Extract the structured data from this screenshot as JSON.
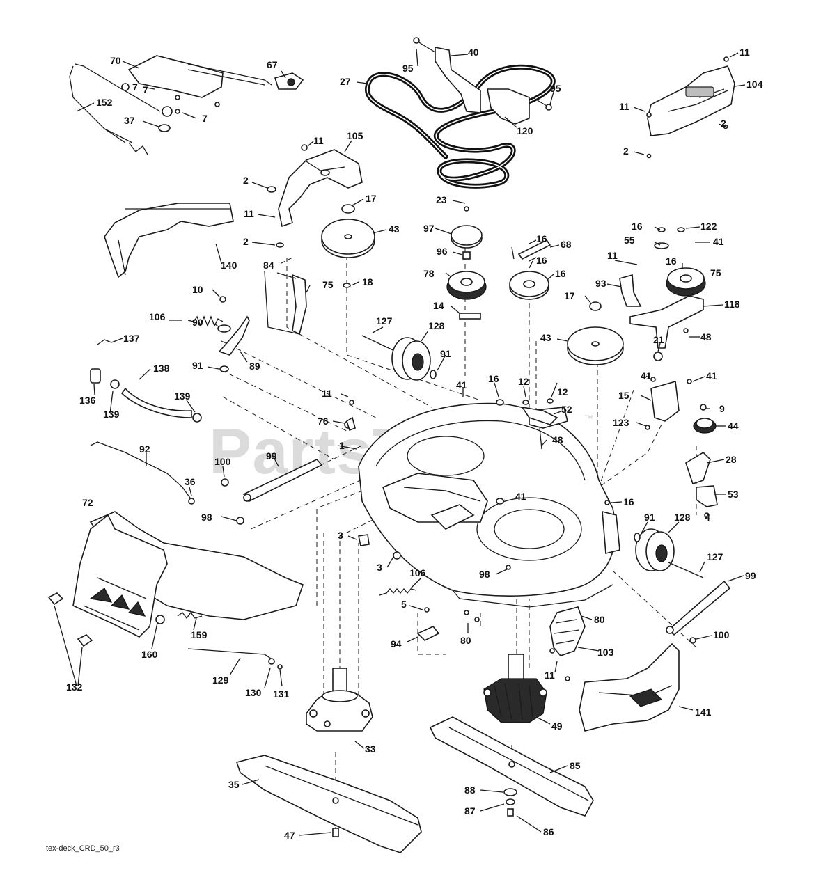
{
  "watermark": {
    "text": "PartsTree",
    "trademark": "™"
  },
  "footer": {
    "diagram_code": "tex-deck_CRD_50_r3"
  },
  "colors": {
    "line": "#1a1a1a",
    "watermark": "#cfcfcf",
    "background": "#ffffff"
  },
  "labels": [
    "70",
    "67",
    "152",
    "7",
    "7",
    "7",
    "37",
    "95",
    "40",
    "27",
    "95",
    "120",
    "11",
    "104",
    "11",
    "2",
    "2",
    "11",
    "105",
    "2",
    "17",
    "23",
    "11",
    "43",
    "97",
    "2",
    "140",
    "96",
    "16",
    "68",
    "16",
    "16",
    "122",
    "55",
    "41",
    "84",
    "75",
    "78",
    "16",
    "18",
    "11",
    "16",
    "75",
    "93",
    "118",
    "10",
    "14",
    "17",
    "106",
    "90",
    "127",
    "128",
    "43",
    "21",
    "48",
    "137",
    "89",
    "91",
    "91",
    "41",
    "41",
    "138",
    "136",
    "139",
    "139",
    "11",
    "16",
    "12",
    "12",
    "41",
    "15",
    "76",
    "52",
    "9",
    "123",
    "48",
    "44",
    "1",
    "92",
    "99",
    "28",
    "100",
    "36",
    "72",
    "41",
    "16",
    "53",
    "98",
    "3",
    "91",
    "128",
    "4",
    "3",
    "106",
    "127",
    "99",
    "98",
    "5",
    "80",
    "159",
    "160",
    "94",
    "80",
    "103",
    "100",
    "129",
    "11",
    "130",
    "131",
    "132",
    "141",
    "49",
    "33",
    "85",
    "35",
    "88",
    "87",
    "86",
    "47"
  ]
}
